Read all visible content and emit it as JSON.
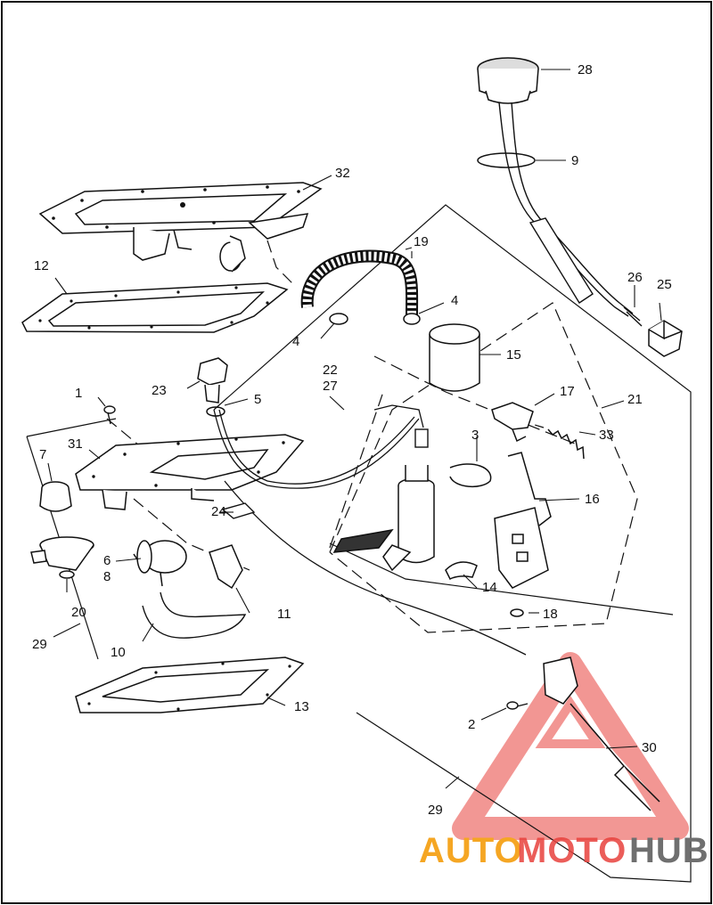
{
  "labels": {
    "l1": "1",
    "l2": "2",
    "l3": "3",
    "l4a": "4",
    "l4b": "4",
    "l5": "5",
    "l6": "6",
    "l7": "7",
    "l8": "8",
    "l9": "9",
    "l10": "10",
    "l11": "11",
    "l12": "12",
    "l13": "13",
    "l14": "14",
    "l15": "15",
    "l16": "16",
    "l17": "17",
    "l18": "18",
    "l19": "19",
    "l20": "20",
    "l21": "21",
    "l22": "22",
    "l23": "23",
    "l24": "24",
    "l25": "25",
    "l26": "26",
    "l27": "27",
    "l28": "28",
    "l29a": "29",
    "l29b": "29",
    "l30": "30",
    "l31": "31",
    "l32": "32",
    "l33": "33"
  },
  "watermark": {
    "part1": "AUTO",
    "part2": "MOTO",
    "part3": "HUB"
  },
  "colors": {
    "watermark_orange": "#f5a623",
    "watermark_red": "#e8413c",
    "watermark_gray": "#6f6f6f",
    "line": "#111111"
  }
}
